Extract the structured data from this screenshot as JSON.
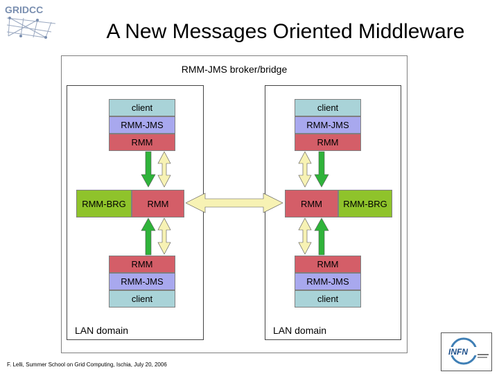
{
  "header": {
    "logo_text": "GRIDCC",
    "title": "A New Messages Oriented Middleware"
  },
  "diagram": {
    "frame_title": "RMM-JMS broker/bridge",
    "left": {
      "top_stack": [
        "client",
        "RMM-JMS",
        "RMM"
      ],
      "bridge": [
        "RMM-BRG",
        "RMM"
      ],
      "bottom_stack": [
        "RMM",
        "RMM-JMS",
        "client"
      ],
      "domain_label": "LAN domain"
    },
    "right": {
      "top_stack": [
        "client",
        "RMM-JMS",
        "RMM"
      ],
      "bridge": [
        "RMM",
        "RMM-BRG"
      ],
      "bottom_stack": [
        "RMM",
        "RMM-JMS",
        "client"
      ],
      "domain_label": "LAN domain"
    }
  },
  "footer": {
    "text": "F. Lelli, Summer School on Grid Computing, Ischia, July 20, 2006"
  },
  "colors": {
    "client": "#a9d3d8",
    "rmm_jms": "#a8a8ee",
    "rmm": "#d45e68",
    "rmm_brg": "#8fc32b",
    "green_arrow": "#2fb33a",
    "yellow_arrow": "#f7f2b4"
  }
}
